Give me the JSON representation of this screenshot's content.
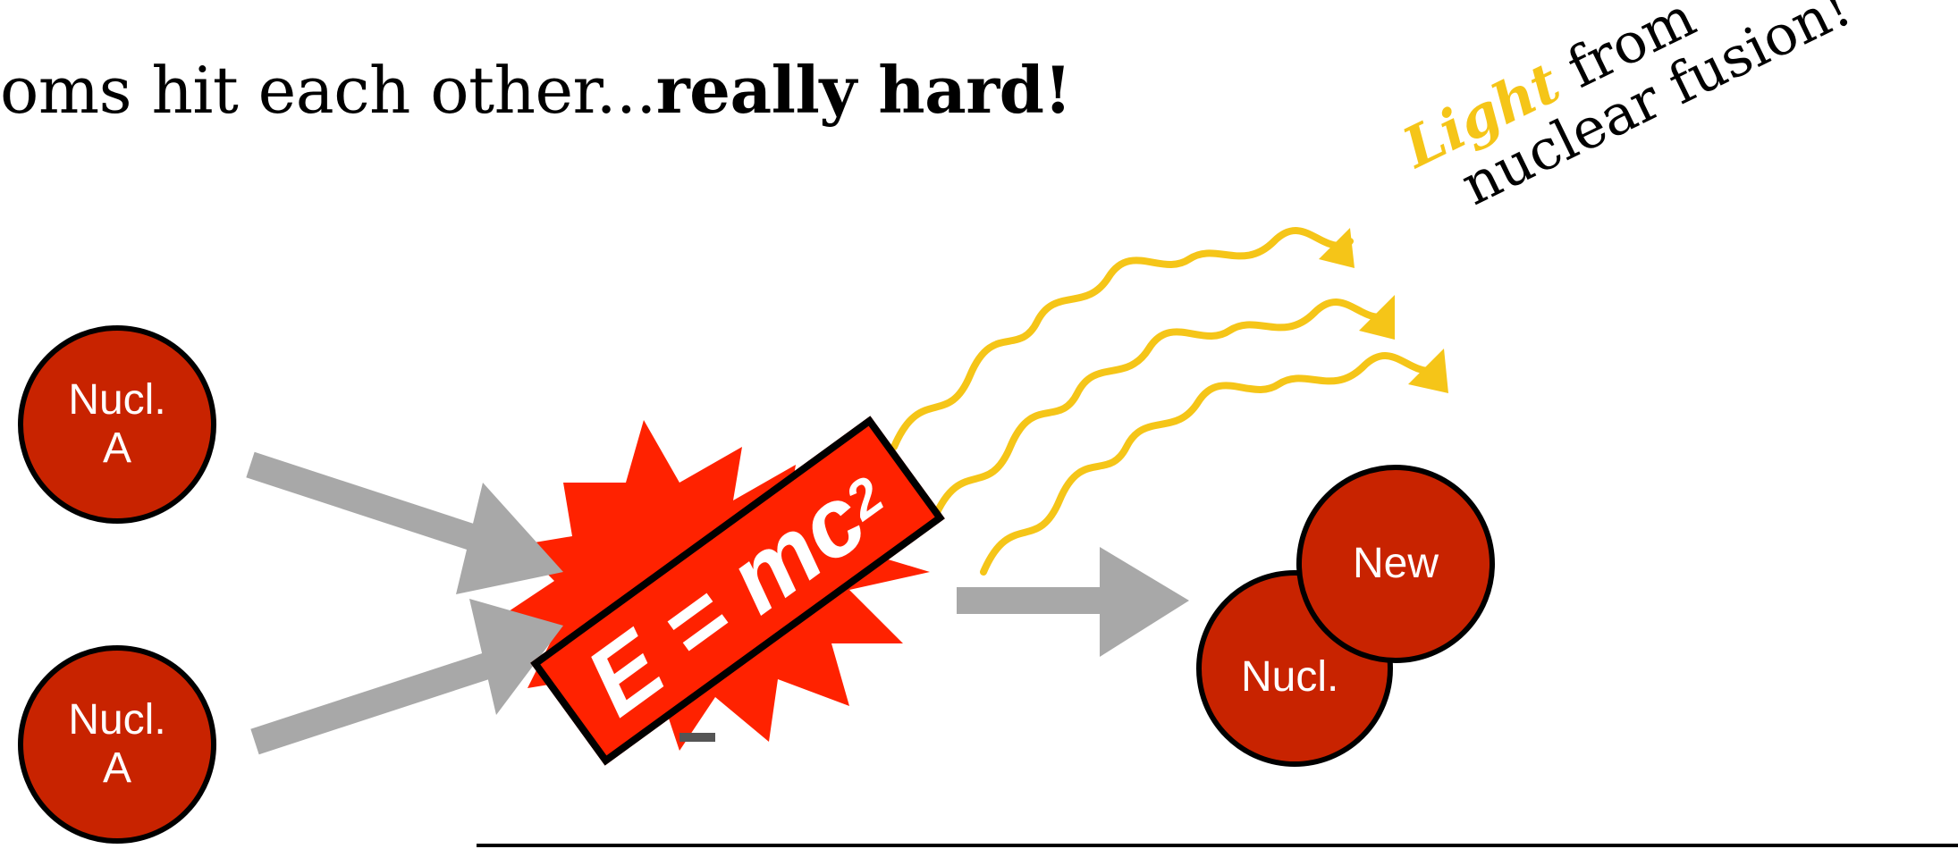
{
  "title": {
    "prefix": "oms hit each other...",
    "emphasis": "really hard!"
  },
  "light_label": {
    "highlight": "Light",
    "line1_rest": " from",
    "line2": "nuclear fusion!"
  },
  "nuclei": {
    "a_top": [
      "Nucl.",
      "A"
    ],
    "a_bottom": [
      "Nucl.",
      "A"
    ],
    "new_nucl": "Nucl.",
    "new_label": "New"
  },
  "equation": {
    "text": "E = mc",
    "exponent": "2"
  },
  "colors": {
    "nucleus_fill": "#c82300",
    "explosion": "#ff2200",
    "light_waves": "#f5c518",
    "arrows": "#a8a8a8"
  }
}
